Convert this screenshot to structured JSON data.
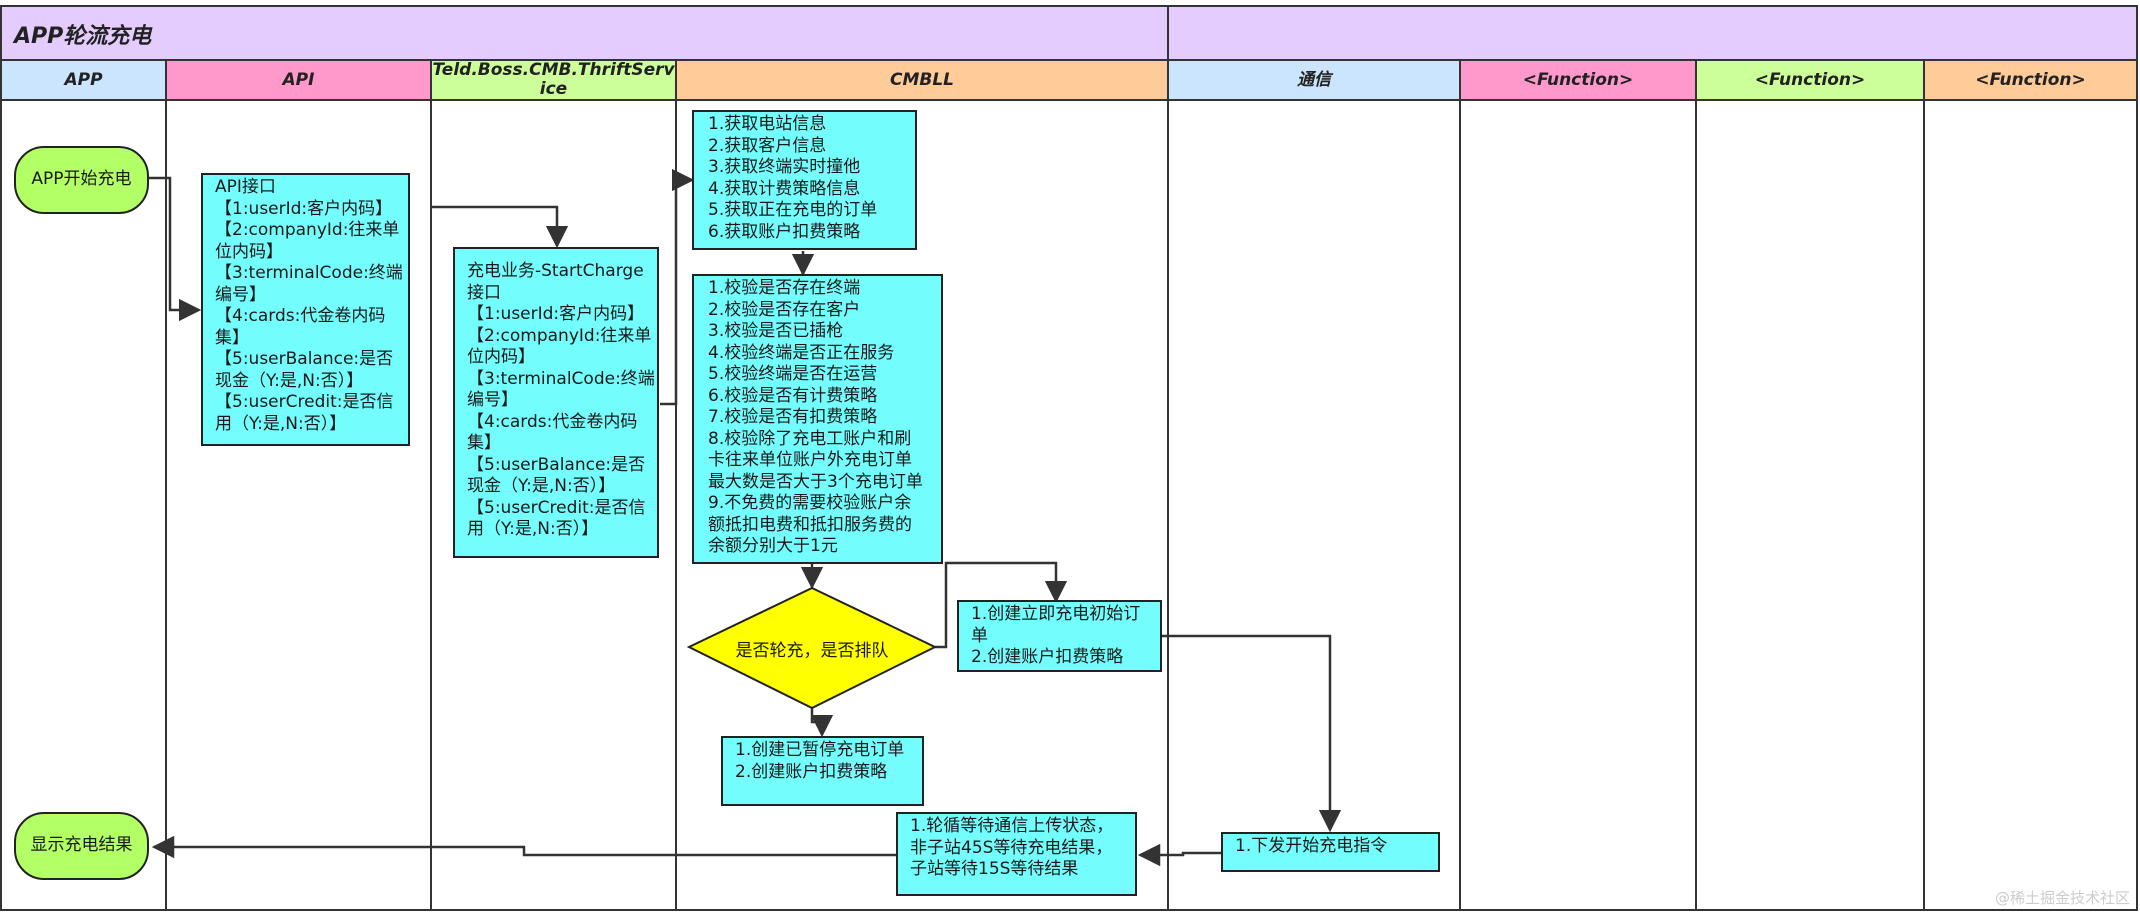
{
  "diagram": {
    "title": "APP轮流充电",
    "lanes": [
      {
        "key": "app",
        "label": "APP",
        "color": "#cce5ff"
      },
      {
        "key": "api",
        "label": "API",
        "color": "#ff99cc"
      },
      {
        "key": "thrift",
        "label": "Teld.Boss.CMB.ThriftServ\nice",
        "color": "#ccff99"
      },
      {
        "key": "cmbll",
        "label": "CMBLL",
        "color": "#ffcc99"
      },
      {
        "key": "comm",
        "label": "通信",
        "color": "#cce5ff"
      },
      {
        "key": "func1",
        "label": "<Function>",
        "color": "#ff99cc"
      },
      {
        "key": "func2",
        "label": "<Function>",
        "color": "#ccff99"
      },
      {
        "key": "func3",
        "label": "<Function>",
        "color": "#ffcc99"
      }
    ],
    "title_bar_color": "#e5ccff",
    "nodes": {
      "app_start": "APP开始充电",
      "app_result": "显示充电结果",
      "api_box": [
        "API接口",
        "【1:userId:客户内码】",
        "【2:companyId:往来单",
        "位内码】",
        "【3:terminalCode:终端",
        "编号】",
        "【4:cards:代金卷内码",
        "集】",
        "【5:userBalance:是否",
        "现金（Y:是,N:否）】",
        "【5:userCredit:是否信",
        "用（Y:是,N:否）】"
      ],
      "thrift_box": [
        "充电业务-StartCharge",
        "接口",
        "【1:userId:客户内码】",
        "【2:companyId:往来单",
        "位内码】",
        "【3:terminalCode:终端",
        "编号】",
        "【4:cards:代金卷内码",
        "集】",
        "【5:userBalance:是否",
        "现金（Y:是,N:否）】",
        "【5:userCredit:是否信",
        "用（Y:是,N:否）】"
      ],
      "get_info": [
        "1.获取电站信息",
        "2.获取客户信息",
        "3.获取终端实时撞他",
        "4.获取计费策略信息",
        "5.获取正在充电的订单",
        "6.获取账户扣费策略"
      ],
      "validate": [
        "1.校验是否存在终端",
        "2.校验是否存在客户",
        "3.校验是否已插枪",
        "4.校验终端是否正在服务",
        "5.校验终端是否在运营",
        "6.校验是否有计费策略",
        "7.校验是否有扣费策略",
        "8.校验除了充电工账户和刷",
        "卡往来单位账户外充电订单",
        "最大数是否大于3个充电订单",
        "9.不免费的需要校验账户余",
        "额抵扣电费和抵扣服务费的",
        "余额分别大于1元"
      ],
      "decision": "是否轮充，是否排队",
      "create_now": [
        "1.创建立即充电初始订",
        "单",
        "2.创建账户扣费策略"
      ],
      "create_paused": [
        "1.创建已暂停充电订单",
        "2.创建账户扣费策略"
      ],
      "poll": [
        "1.轮循等待通信上传状态，",
        "非子站45S等待充电结果，",
        "子站等待15S等待结果"
      ],
      "send_start": [
        "1.下发开始充电指令"
      ]
    },
    "watermark": "@稀土掘金技术社区"
  }
}
